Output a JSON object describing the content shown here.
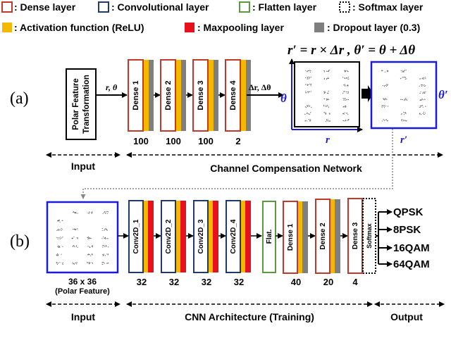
{
  "legend": {
    "dense": ": Dense layer",
    "conv": ": Convolutional layer",
    "flatten": ": Flatten layer",
    "softmax": ": Softmax layer",
    "activation": ": Activation function (ReLU)",
    "maxpool": ": Maxpooling layer",
    "dropout": ": Dropout layer (0.3)"
  },
  "colors": {
    "dense": "#c0392b",
    "conv": "#1f3a6d",
    "flatten": "#5a9a3a",
    "activation": "#f5b800",
    "maxpool": "#e8101a",
    "dropout": "#7f7f7f",
    "image_border": "#1a1adb"
  },
  "panel_a": {
    "label": "(a)",
    "polar_box": "Polar Feature\nTransformation",
    "input_arrow": "r, θ",
    "layers": [
      {
        "label": "Dense 1",
        "units": "100"
      },
      {
        "label": "Dense 2",
        "units": "100"
      },
      {
        "label": "Dense 3",
        "units": "100"
      },
      {
        "label": "Dense 4",
        "units": "2"
      }
    ],
    "output_arrow": "Δr, Δθ",
    "equation": "r′ = r × Δr , θ′ = θ + Δθ",
    "theta": "θ",
    "r": "r",
    "theta_prime": "θ′",
    "r_prime": "r′",
    "input_caption": "Input",
    "network_caption": "Channel Compensation Network"
  },
  "panel_b": {
    "label": "(b)",
    "input_size": "36 x 36",
    "input_desc": "(Polar Feature)",
    "conv_layers": [
      {
        "label": "Conv2D_1",
        "units": "32"
      },
      {
        "label": "Conv2D_2",
        "units": "32"
      },
      {
        "label": "Conv2D_3",
        "units": "32"
      },
      {
        "label": "Conv2D_4",
        "units": "32"
      }
    ],
    "flatten_label": "Flat.",
    "dense_layers": [
      {
        "label": "Dense 1",
        "units": "40"
      },
      {
        "label": "Dense 2",
        "units": "20"
      },
      {
        "label": "Dense 3",
        "units": "4"
      }
    ],
    "softmax_label": "Softmax",
    "outputs": [
      "QPSK",
      "8PSK",
      "16QAM",
      "64QAM"
    ],
    "input_caption": "Input",
    "cnn_caption": "CNN Architecture (Training)",
    "output_caption": "Output"
  }
}
